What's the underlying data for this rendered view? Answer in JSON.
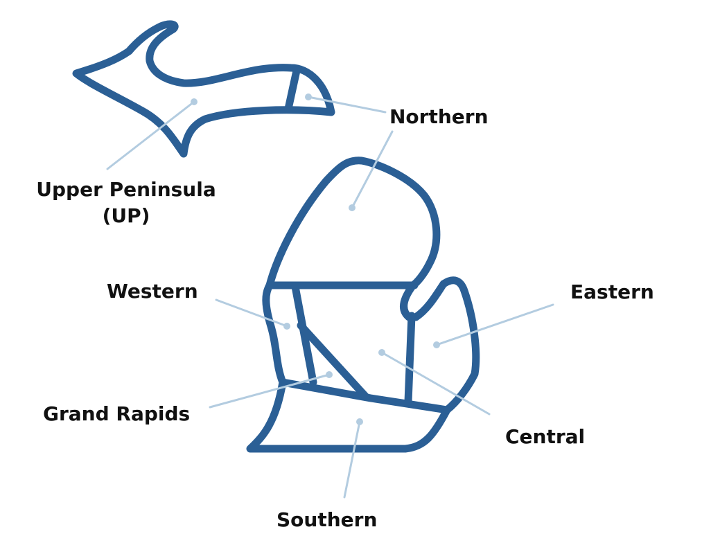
{
  "colors": {
    "outline": "#2b5f95",
    "leader": "#b3cce0",
    "text": "#111111"
  },
  "regions": {
    "upper_peninsula": {
      "line1": "Upper Peninsula",
      "line2": "(UP)"
    },
    "northern": "Northern",
    "western": "Western",
    "eastern": "Eastern",
    "grand_rapids": "Grand Rapids",
    "central": "Central",
    "southern": "Southern"
  }
}
